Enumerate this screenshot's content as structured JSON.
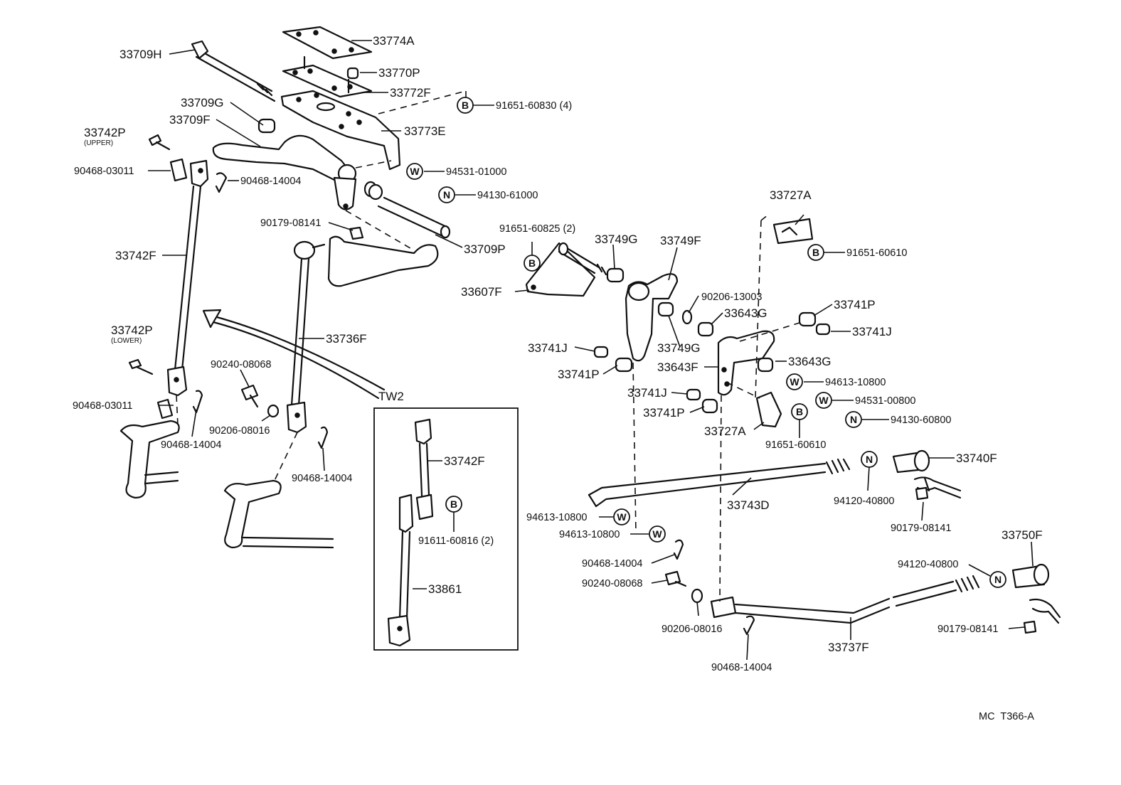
{
  "diagram": {
    "labels": {
      "l_33709H": "33709H",
      "l_33774A": "33774A",
      "l_33770P": "33770P",
      "l_33772F": "33772F",
      "l_91651_60830": "91651-60830 (4)",
      "l_33709G": "33709G",
      "l_33709F": "33709F",
      "l_33773E": "33773E",
      "l_33742P_upper": "33742P",
      "l_upper_note": "(UPPER)",
      "l_90468_03011_a": "90468-03011",
      "l_90468_14004_a": "90468-14004",
      "l_94531_01000": "94531-01000",
      "l_94130_61000": "94130-61000",
      "l_90179_08141_a": "90179-08141",
      "l_33709P": "33709P",
      "l_33742F_a": "33742F",
      "l_33742P_lower": "33742P",
      "l_lower_note": "(LOWER)",
      "l_33736F": "33736F",
      "l_90240_08068_a": "90240-08068",
      "l_TW2": "TW2",
      "l_90468_03011_b": "90468-03011",
      "l_90206_08016_a": "90206-08016",
      "l_90468_14004_b": "90468-14004",
      "l_90468_14004_c": "90468-14004",
      "l_33742F_b": "33742F",
      "l_91611_60816": "91611-60816 (2)",
      "l_33861": "33861",
      "l_91651_60825": "91651-60825 (2)",
      "l_33749G_a": "33749G",
      "l_33749F": "33749F",
      "l_33727A_a": "33727A",
      "l_91651_60610_a": "91651-60610",
      "l_33607F": "33607F",
      "l_90206_13003": "90206-13003",
      "l_33643G_a": "33643G",
      "l_33741P_a": "33741P",
      "l_33741J_a": "33741J",
      "l_33749G_b": "33749G",
      "l_33741J_b": "33741J",
      "l_33643G_b": "33643G",
      "l_33741P_b": "33741P",
      "l_33643F": "33643F",
      "l_94613_10800_a": "94613-10800",
      "l_33741J_c": "33741J",
      "l_94531_00800": "94531-00800",
      "l_33741P_c": "33741P",
      "l_94130_60800": "94130-60800",
      "l_33727A_b": "33727A",
      "l_91651_60610_b": "91651-60610",
      "l_33740F": "33740F",
      "l_33743D": "33743D",
      "l_94120_40800_a": "94120-40800",
      "l_94613_10800_b": "94613-10800",
      "l_94613_10800_c": "94613-10800",
      "l_90179_08141_b": "90179-08141",
      "l_33750F": "33750F",
      "l_90468_14004_d": "90468-14004",
      "l_94120_40800_b": "94120-40800",
      "l_90240_08068_b": "90240-08068",
      "l_90206_08016_b": "90206-08016",
      "l_90179_08141_c": "90179-08141",
      "l_33737F": "33737F",
      "l_90468_14004_e": "90468-14004",
      "l_code": "MC  T366-A"
    },
    "symbols": {
      "bolt": "B",
      "washer": "W",
      "nut": "N"
    }
  }
}
